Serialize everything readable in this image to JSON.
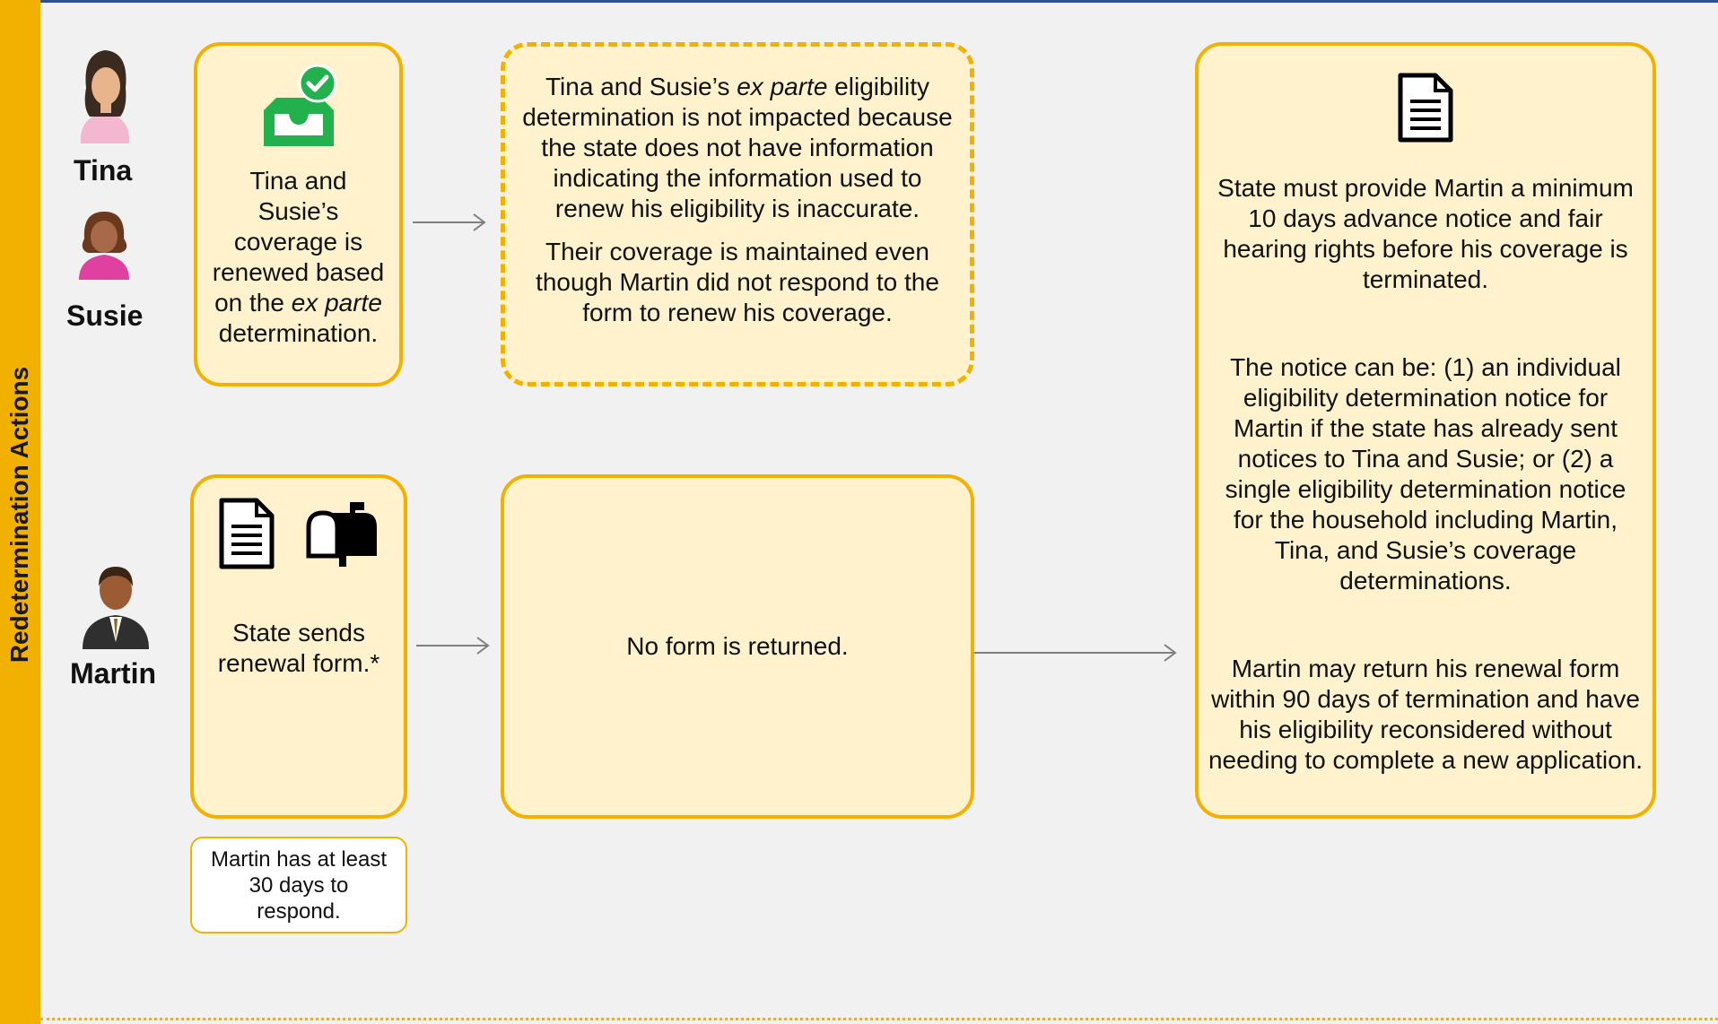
{
  "sidebar": {
    "label": "Redetermination Actions"
  },
  "people": {
    "tina": "Tina",
    "susie": "Susie",
    "martin": "Martin"
  },
  "box1": {
    "icon": "inbox-check-icon",
    "text_pre": "Tina and Susie’s coverage is renewed based on the ",
    "text_em": "ex parte",
    "text_post": " determination."
  },
  "box2": {
    "p1_pre": "Tina and Susie’s ",
    "p1_em": "ex parte",
    "p1_post": " eligibility determination is not impacted because the state does not have information indicating the information used to renew his eligibility is inaccurate.",
    "p2": "Their coverage is maintained even though Martin did not respond to the form to renew his coverage."
  },
  "box3": {
    "icons": [
      "document-icon",
      "mailbox-icon"
    ],
    "text": "State sends renewal form.*"
  },
  "box4": {
    "text": "No form is returned."
  },
  "box5": {
    "icon": "document-icon",
    "p1": "State must provide Martin a minimum 10 days advance notice and fair hearing rights before his coverage is terminated.",
    "p2": "The notice can be: (1) an individual eligibility determination notice for Martin if the state has already sent notices to Tina and Susie; or (2) a single eligibility determination notice for the household including Martin, Tina, and Susie’s coverage determinations.",
    "p3": "Martin may return his renewal form within 90 days of termination and have his eligibility reconsidered without needing to complete a new application."
  },
  "note": {
    "text": "Martin has at least 30 days to respond."
  },
  "colors": {
    "accent": "#f2b100",
    "box_fill": "#fff2cc",
    "icon_green": "#22b14c",
    "background": "#f1f1f1"
  }
}
